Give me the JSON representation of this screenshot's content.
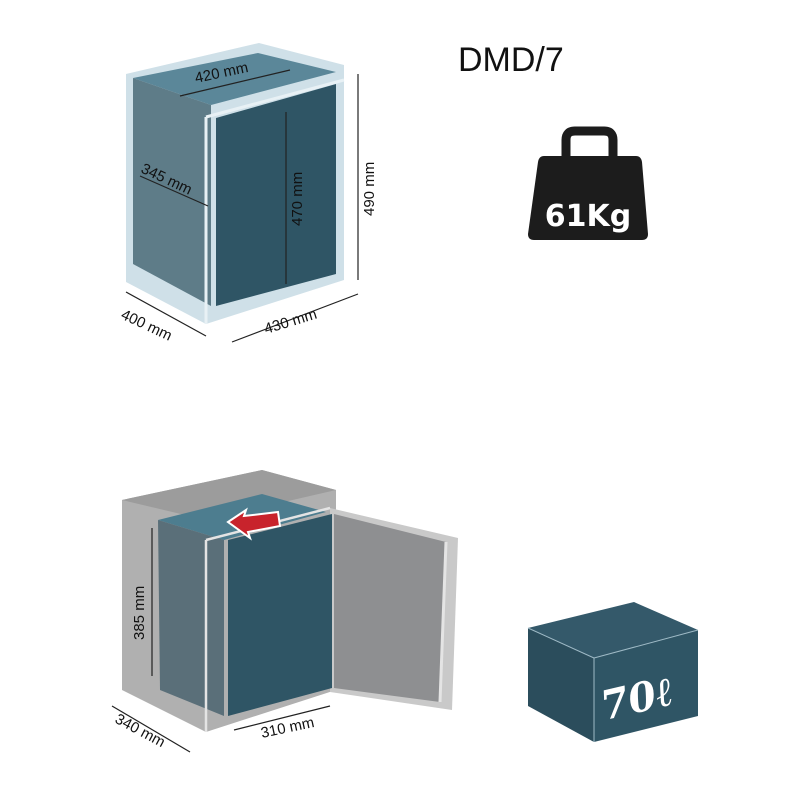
{
  "model": "DMD/7",
  "weight_label": "61Kg",
  "volume_label": "70ℓ",
  "external": {
    "width_top": "420 mm",
    "depth_side": "345 mm",
    "height_inner": "470 mm",
    "height_total": "490 mm",
    "depth_base": "400 mm",
    "width_base": "430 mm"
  },
  "internal": {
    "height": "385 mm",
    "depth": "340 mm",
    "width": "310 mm"
  },
  "colors": {
    "safe_body": "#2f5565",
    "safe_light": "#4d7d8f",
    "glass": "#cfe0e8",
    "cabinet_grey": "#a8a8a8",
    "door_grey": "#8e8f91",
    "arrow_red": "#c8232c",
    "weight_icon": "#1c1c1c"
  }
}
